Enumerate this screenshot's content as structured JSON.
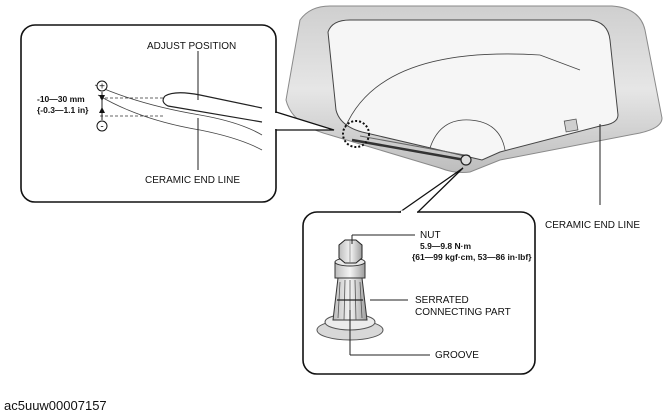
{
  "callout_left": {
    "adjust_position_label": "ADJUST POSITION",
    "tolerance_mm": "-10—30 mm",
    "tolerance_in": "{-0.3—1.1 in}",
    "plus_sign": "+",
    "minus_sign": "-",
    "ceramic_end_line_label": "CERAMIC END LINE"
  },
  "main": {
    "ceramic_end_line_label": "CERAMIC END LINE"
  },
  "callout_bottom": {
    "nut_label": "NUT",
    "torque_nm": "5.9—9.8 N·m",
    "torque_alt": "{61—99 kgf·cm, 53—86 in·lbf}",
    "serrated_label_line1": "SERRATED",
    "serrated_label_line2": "CONNECTING PART",
    "groove_label": "GROOVE"
  },
  "figure_id": "ac5uuw00007157"
}
